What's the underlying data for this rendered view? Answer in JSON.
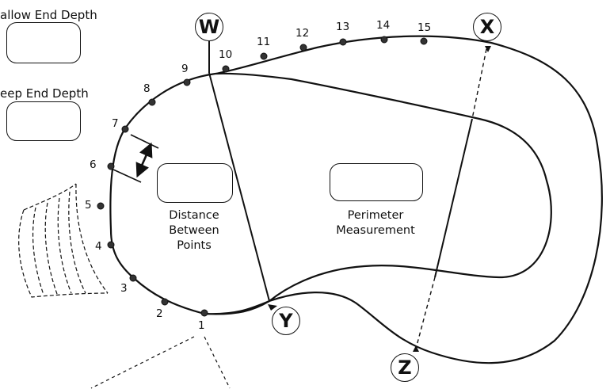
{
  "labels": {
    "shallow_end_depth": "allow End Depth",
    "deep_end_depth": "eep End Depth",
    "distance_between_points": [
      "Distance",
      "Between",
      "Points"
    ],
    "perimeter_measurement": [
      "Perimeter",
      "Measurement"
    ]
  },
  "reference_markers": [
    {
      "id": "W",
      "label": "W"
    },
    {
      "id": "X",
      "label": "X"
    },
    {
      "id": "Y",
      "label": "Y"
    },
    {
      "id": "Z",
      "label": "Z"
    }
  ],
  "points": [
    "1",
    "2",
    "3",
    "4",
    "5",
    "6",
    "7",
    "8",
    "9",
    "10",
    "11",
    "12",
    "13",
    "14",
    "15"
  ]
}
